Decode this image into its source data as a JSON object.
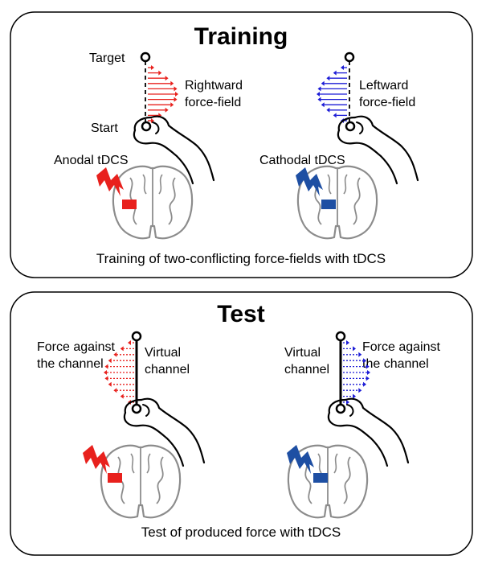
{
  "training": {
    "title": "Training",
    "target_label": "Target",
    "start_label": "Start",
    "right_ff_line1": "Rightward",
    "right_ff_line2": "force-field",
    "left_ff_line1": "Leftward",
    "left_ff_line2": "force-field",
    "anodal_label": "Anodal tDCS",
    "cathodal_label": "Cathodal tDCS",
    "caption": "Training of two-conflicting force-fields with tDCS"
  },
  "test": {
    "title": "Test",
    "left_force_line1": "Force against",
    "left_force_line2": "the channel",
    "left_channel_line1": "Virtual",
    "left_channel_line2": "channel",
    "right_channel_line1": "Virtual",
    "right_channel_line2": "channel",
    "right_force_line1": "Force against",
    "right_force_line2": "the channel",
    "caption": "Test of produced force with tDCS"
  },
  "colors": {
    "anodal": "#e8211d",
    "cathodal": "#1e4fa3",
    "red_arrows": "#e8211d",
    "blue_arrows": "#1b1bd6",
    "brain_outline": "#8c8c8c",
    "frame": "#000000"
  }
}
